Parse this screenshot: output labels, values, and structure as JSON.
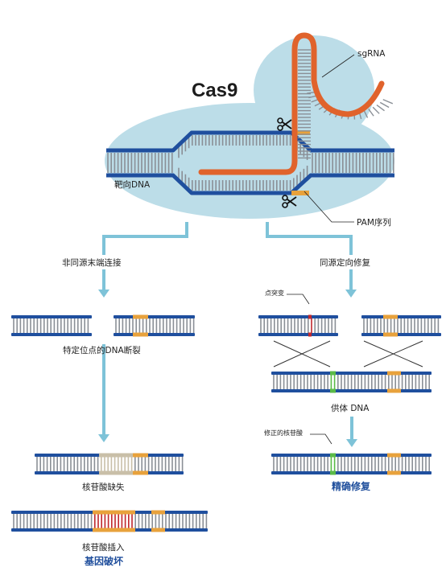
{
  "title": "Cas9",
  "labels": {
    "sgrna": "sgRNA",
    "target_dna": "靶向DNA",
    "pam": "PAM序列",
    "nhej": "非同源末端连接",
    "hdr": "同源定向修复",
    "dsb": "特定位点的DNA断裂",
    "point_mutation": "点突变",
    "donor_dna": "供体 DNA",
    "corrected_nucleotide": "修正的核苷酸",
    "deletion": "核苷酸缺失",
    "insertion": "核苷酸插入",
    "gene_disruption": "基因破坏",
    "precise_repair": "精确修复"
  },
  "colors": {
    "strand": "#1f4f9e",
    "rung": "#8a8f96",
    "sgrna": "#e0632c",
    "pam": "#e8a23c",
    "cas9_blob": "#bcdde8",
    "arrow": "#7ec3d8",
    "mutation": "#c0272d",
    "correction": "#5aba47",
    "deleted": "#c9bfa8",
    "emphasis_text": "#1f4e9c"
  }
}
